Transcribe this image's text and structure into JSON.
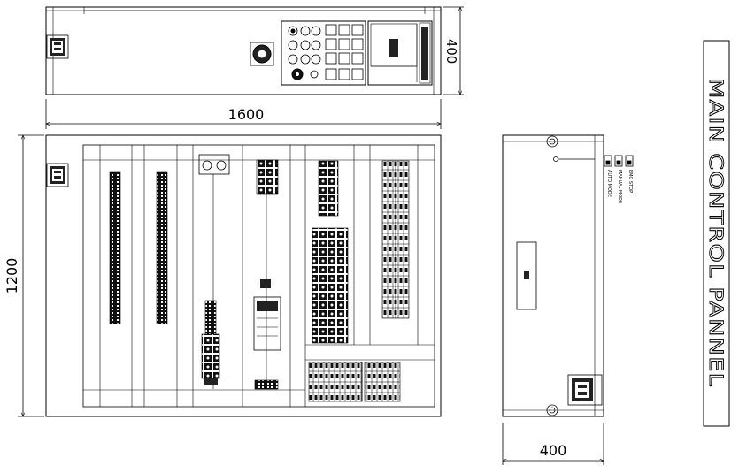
{
  "dimensions": {
    "top_width": "1600",
    "top_depth": "400",
    "front_height": "1200",
    "side_width": "400"
  },
  "side_labels": {
    "emergency_stop": "EMG STOP",
    "manual_mode": "MANUAL MODE",
    "auto_mode": "AUTO MODE"
  },
  "vertical_title": "MAIN CONTROL PANNEL"
}
